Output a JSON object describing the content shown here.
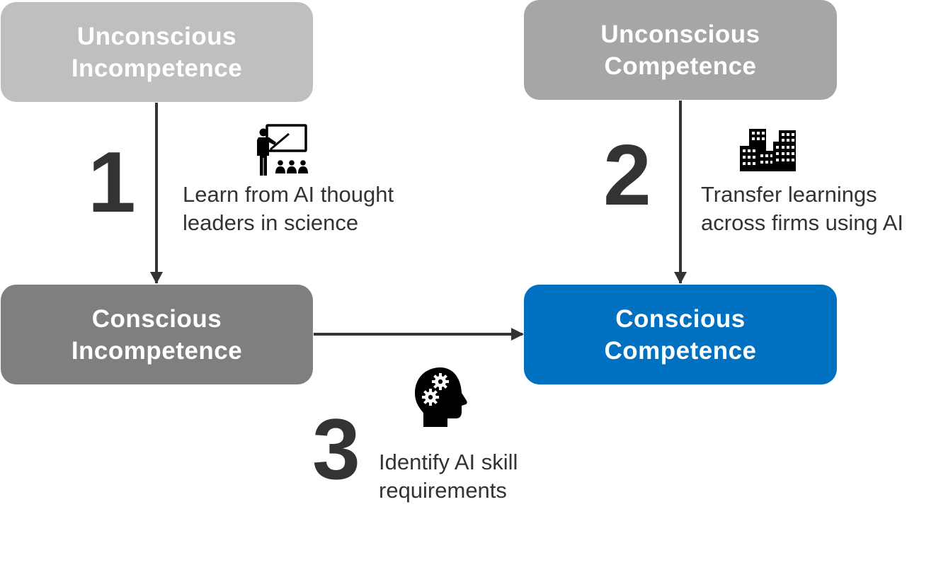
{
  "boxes": {
    "unconscious_incompetence": {
      "line1": "Unconscious",
      "line2": "Incompetence"
    },
    "unconscious_competence": {
      "line1": "Unconscious",
      "line2": "Competence"
    },
    "conscious_incompetence": {
      "line1": "Conscious",
      "line2": "Incompetence"
    },
    "conscious_competence": {
      "line1": "Conscious",
      "line2": "Competence"
    }
  },
  "steps": [
    {
      "number": "1",
      "line1": "Learn from AI thought",
      "line2": "leaders in science",
      "icon": "teacher-presentation-icon"
    },
    {
      "number": "2",
      "line1": "Transfer learnings",
      "line2": "across firms using AI",
      "icon": "buildings-icon"
    },
    {
      "number": "3",
      "line1": "Identify AI skill",
      "line2": "requirements",
      "icon": "head-gears-icon"
    }
  ],
  "colors": {
    "unconscious_incompetence": "#bfbfbf",
    "unconscious_competence": "#a6a6a6",
    "conscious_incompetence": "#7f7f7f",
    "conscious_competence": "#0070c0",
    "arrow": "#333333",
    "text": "#333333"
  }
}
